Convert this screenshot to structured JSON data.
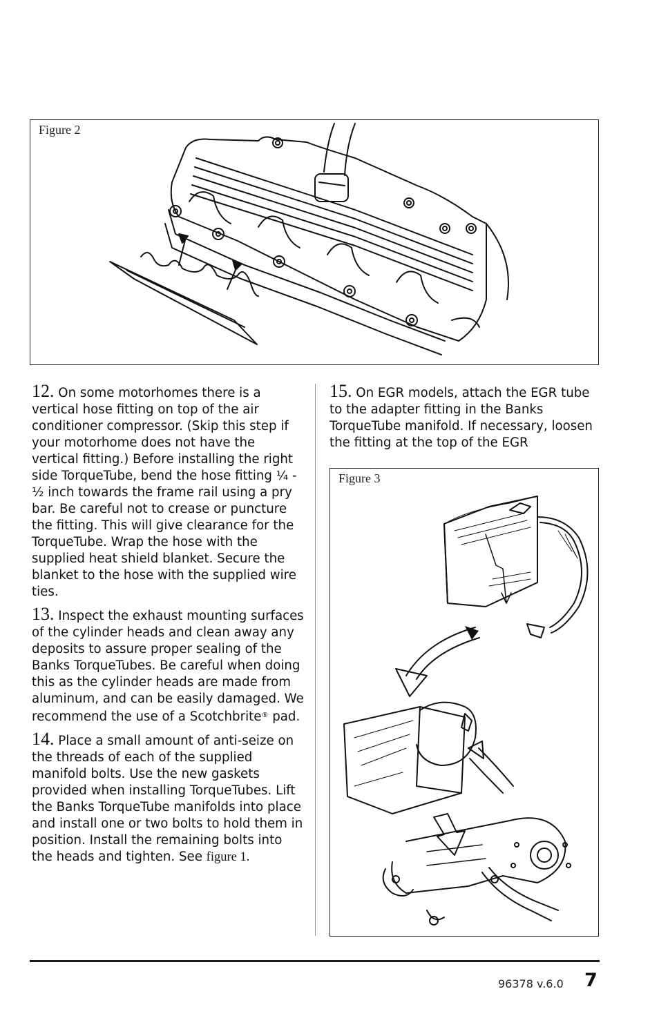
{
  "figure2": {
    "label": "Figure 2"
  },
  "figure3": {
    "label": "Figure 3"
  },
  "steps": {
    "s12": {
      "num": "12.",
      "text_a": " On some motorhomes there is a vertical hose fitting on top of the air conditioner compressor. (Skip this step if your motorhome does not have the vertical fitting.) Before installing the right side TorqueTube, bend the hose fitting ",
      "frac_a": "¼",
      "dash": " - ",
      "frac_b": "½",
      "text_b": " inch towards the frame rail using a pry bar. Be careful not to crease or puncture the fitting. This will give clearance for the TorqueTube. Wrap the hose with the supplied heat shield blanket. Secure the blanket to the hose with the supplied wire ties."
    },
    "s13": {
      "num": "13.",
      "text_a": " Inspect the exhaust mounting surfaces of the cylinder heads and clean away any deposits to assure proper sealing of the Banks TorqueTubes. Be careful when doing this as the cylinder heads are made from aluminum, and can be easily damaged. We recommend the use of a Scotchbrite",
      "reg": "®",
      "text_b": " pad."
    },
    "s14": {
      "num": "14.",
      "text_a": " Place a small amount of anti-seize on the threads of each of the supplied manifold bolts. Use the new gaskets provided when installing TorqueTubes. Lift the Banks TorqueTube manifolds into place and install one or two bolts to hold them in position. Install the remaining bolts into the heads and tighten. See ",
      "ref": "figure 1."
    },
    "s15": {
      "num": "15.",
      "text_a": " On EGR models, attach the EGR tube to the adapter fitting in the Banks TorqueTube manifold. If necessary, loosen the fitting at the top of the EGR"
    }
  },
  "footer": {
    "doc_version": "96378 v.6.0",
    "page_number": "7"
  }
}
